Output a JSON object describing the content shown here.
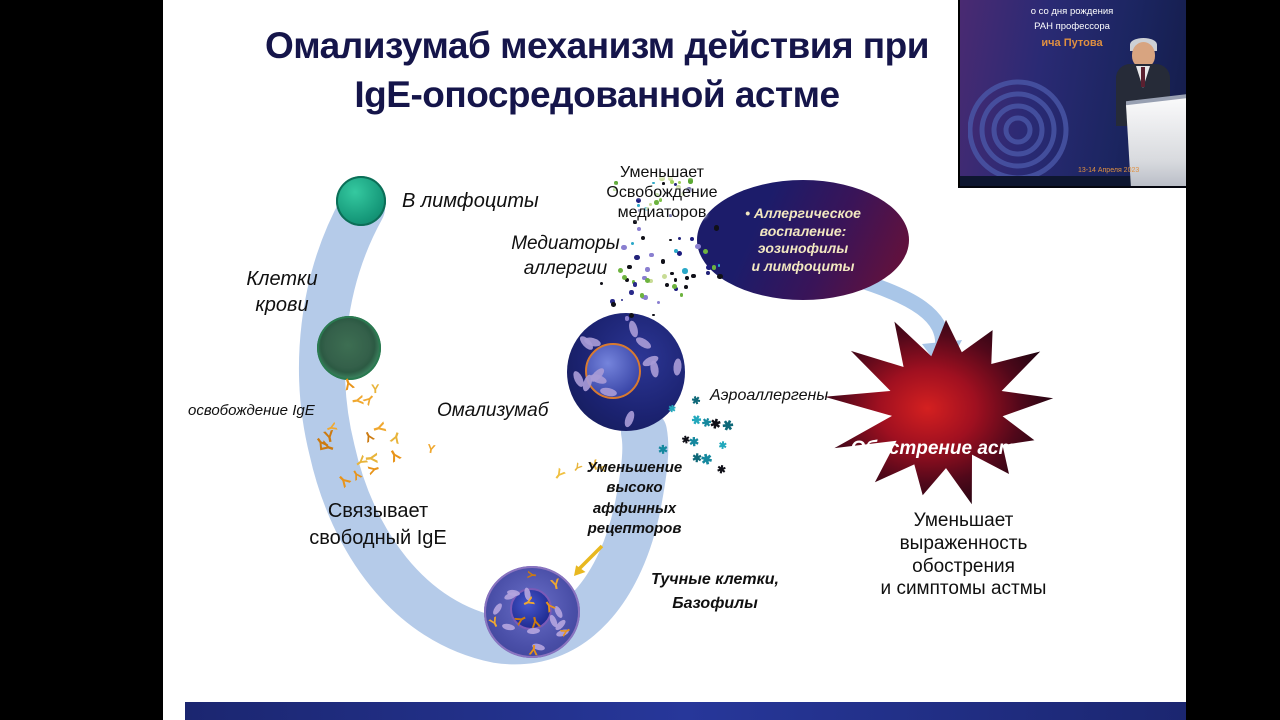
{
  "title": {
    "line1": "Омализумаб механизм действия при",
    "line2": "IgE-опосредованной астме"
  },
  "diagram": {
    "labels": {
      "lymphocytes": "В лимфоциты",
      "blood_cells": "Клетки\nкрови",
      "ige_release": "освобождение IgE",
      "binds_free_ige": "Связывает\nсвободный IgE",
      "omalizumab": "Омализумаб",
      "allergy_mediators": "Медиаторы\nаллергии",
      "reduces_mediator_release": "Уменьшает\nОсвобождение\nмедиаторов",
      "allergic_inflammation": "• Аллергическое\nвоспаление:\nэозинофилы\nи лимфоциты",
      "aeroallergens": "Аэроаллергены",
      "asthma_exacerbation": "Обострение астмы",
      "reduces_severity": "Уменьшает\nвыраженность\nобострения\nи симптомы астмы",
      "reduces_receptors": "Уменьшение\nвысоко\nаффинных\nрецепторов",
      "mast_basophils": "Тучные клетки,\nБазофилы"
    },
    "colors": {
      "pathway_band": "#b5cbe9",
      "exacerbation_red": "#c01525",
      "inflammation_navy": "#1c1c6a",
      "inflammation_maroon": "#6e1034",
      "antibody_orange": "#e8941a",
      "mast_cell_navy": "#1b2270",
      "lymphocyte_teal": "#16997a",
      "title_navy": "#15154a"
    }
  },
  "webcam": {
    "banner_line1": "о со дня рождения",
    "banner_line2": "РАН профессора",
    "banner_line3": "ича Путова",
    "date": "13-14 Апреля 2023"
  }
}
